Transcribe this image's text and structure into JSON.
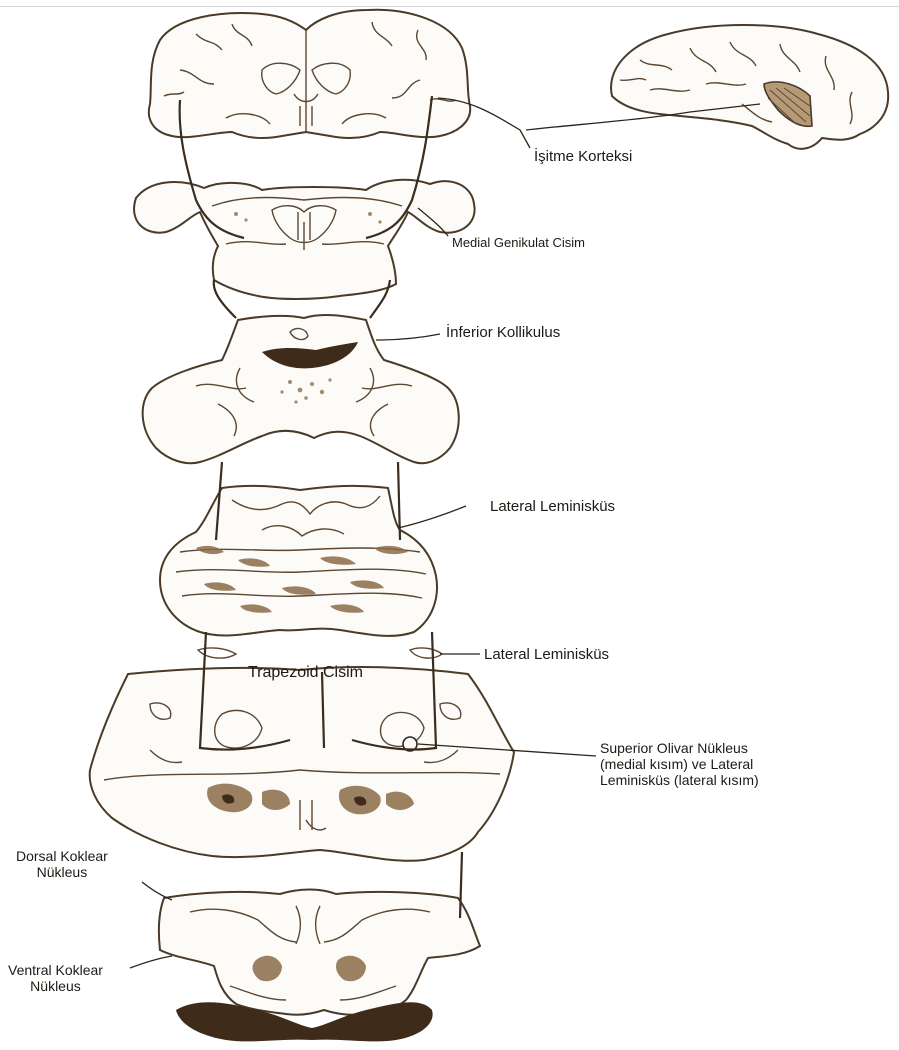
{
  "labels": {
    "auditory_cortex": "İşitme Korteksi",
    "medial_geniculate": "Medial Genikulat Cisim",
    "inferior_colliculus": "İnferior Kollikulus",
    "lateral_lemniscus_upper": "Lateral Leminisküs",
    "lateral_lemniscus_lower": "Lateral Leminisküs",
    "trapezoid_body": "Trapezoid Cisim",
    "superior_olivary": "Superior Olivar Nükleus\n(medial kısım) ve Lateral\nLeminisküs (lateral kısım)",
    "dorsal_cochlear": "Dorsal Koklear\nNükleus",
    "ventral_cochlear": "Ventral Koklear\nNükleus"
  },
  "colors": {
    "ink": "#4a3a28",
    "label_text": "#1e1a14",
    "tissue_fill": "#fdfbf7",
    "dark_fill": "#3e2b1a"
  }
}
